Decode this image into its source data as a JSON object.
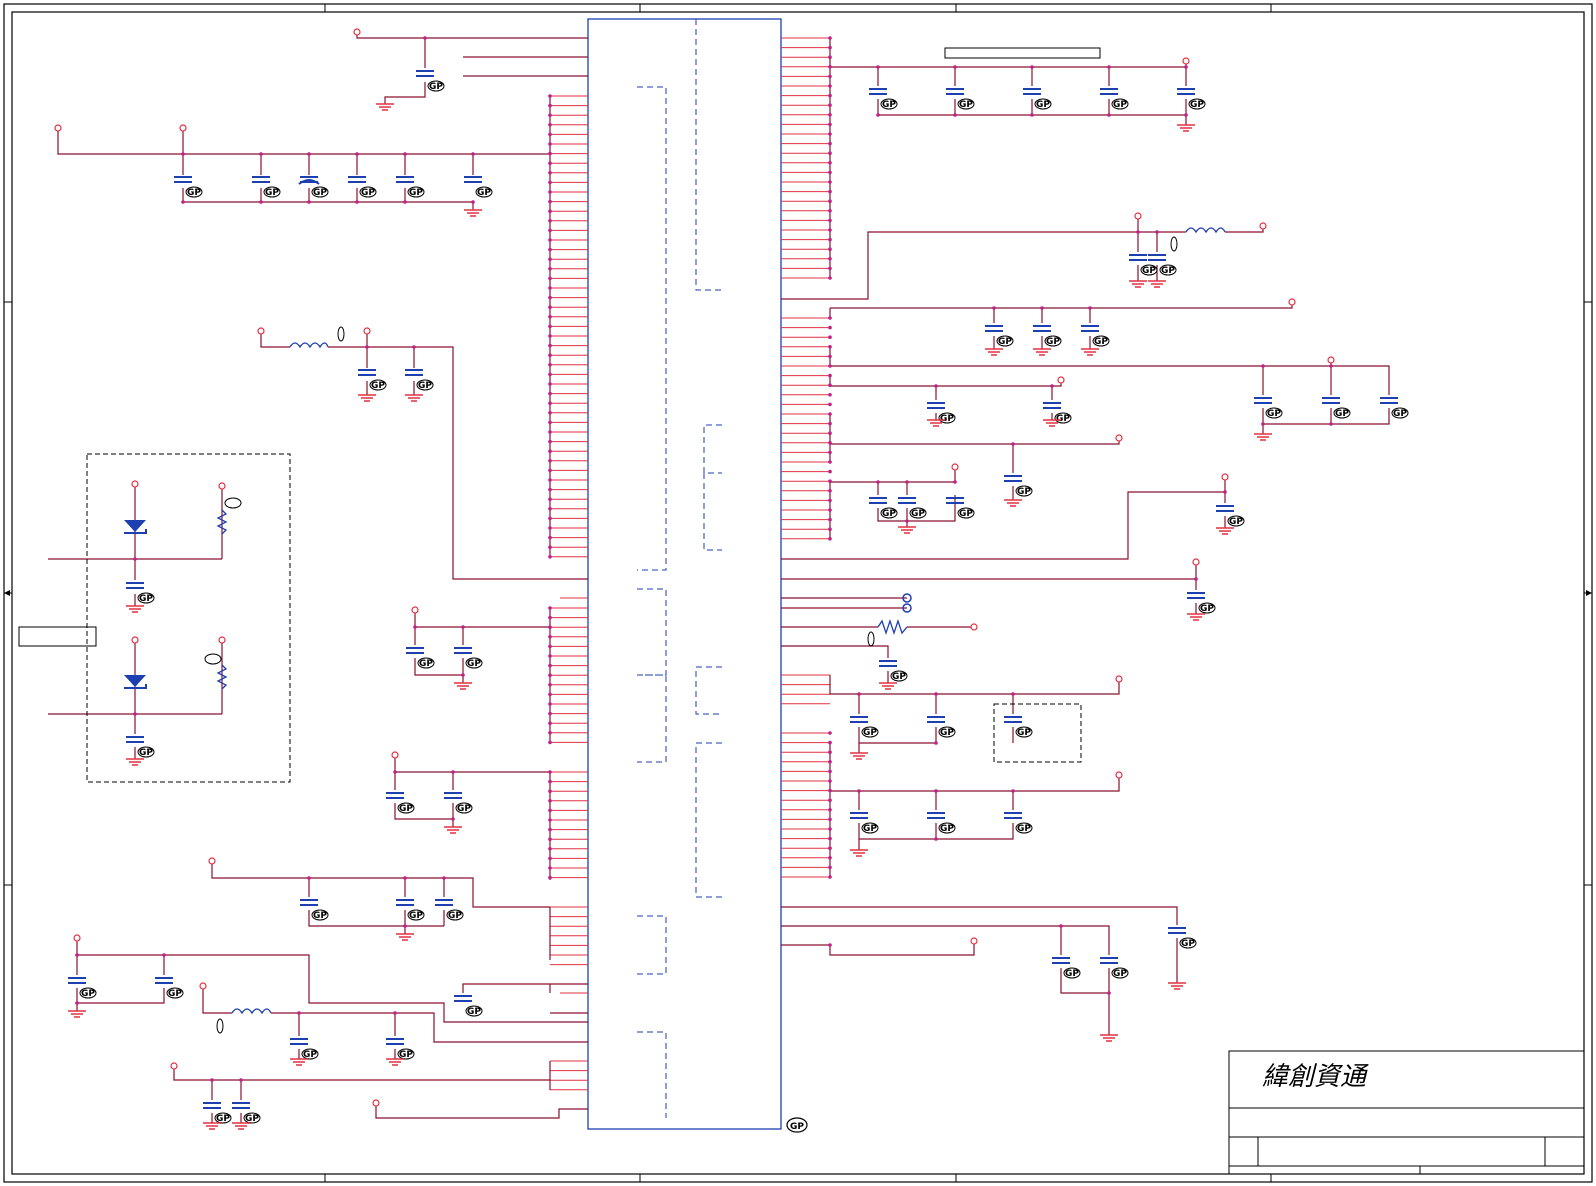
{
  "title_block": {
    "company": "緯創資通"
  },
  "marks": {
    "gp_label": "GP",
    "tag_label": "GP"
  },
  "colors": {
    "wire": "#8a1030",
    "pin": "#e03040",
    "component": "#1e3fb0",
    "border": "#000000",
    "node": "#c0208a"
  },
  "icons": [
    "capacitor-icon",
    "ground-icon",
    "inductor-icon",
    "resistor-icon",
    "diode-icon",
    "power-pin-icon"
  ]
}
